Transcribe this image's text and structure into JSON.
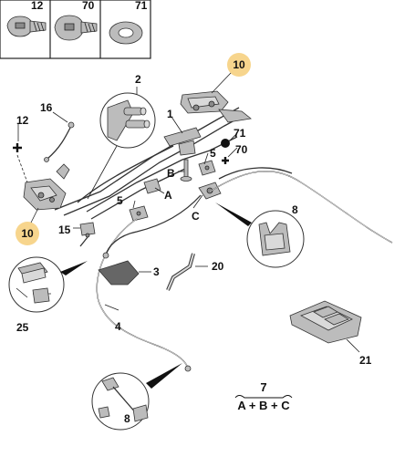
{
  "legend_parts": [
    {
      "number": "12",
      "icon": "screw-icon"
    },
    {
      "number": "70",
      "icon": "screw-washer-icon"
    },
    {
      "number": "71",
      "icon": "washer-icon"
    }
  ],
  "labels": {
    "p1": "1",
    "p2": "2",
    "p3": "3",
    "p4": "4",
    "p5a": "5",
    "p5b": "5",
    "p7": "7",
    "p8a": "8",
    "p8b": "8",
    "p10a": "10",
    "p10b": "10",
    "p12": "12",
    "p15": "15",
    "p16": "16",
    "p20": "20",
    "p21": "21",
    "p25": "25",
    "p70": "70",
    "p71": "71",
    "ptA": "A",
    "ptB": "B",
    "ptC": "C"
  },
  "formula": {
    "part": "7",
    "expression": "A + B + C"
  },
  "colors": {
    "highlight": "#f7d58d",
    "line": "#333333",
    "part_fill": "#bcbcbc"
  }
}
